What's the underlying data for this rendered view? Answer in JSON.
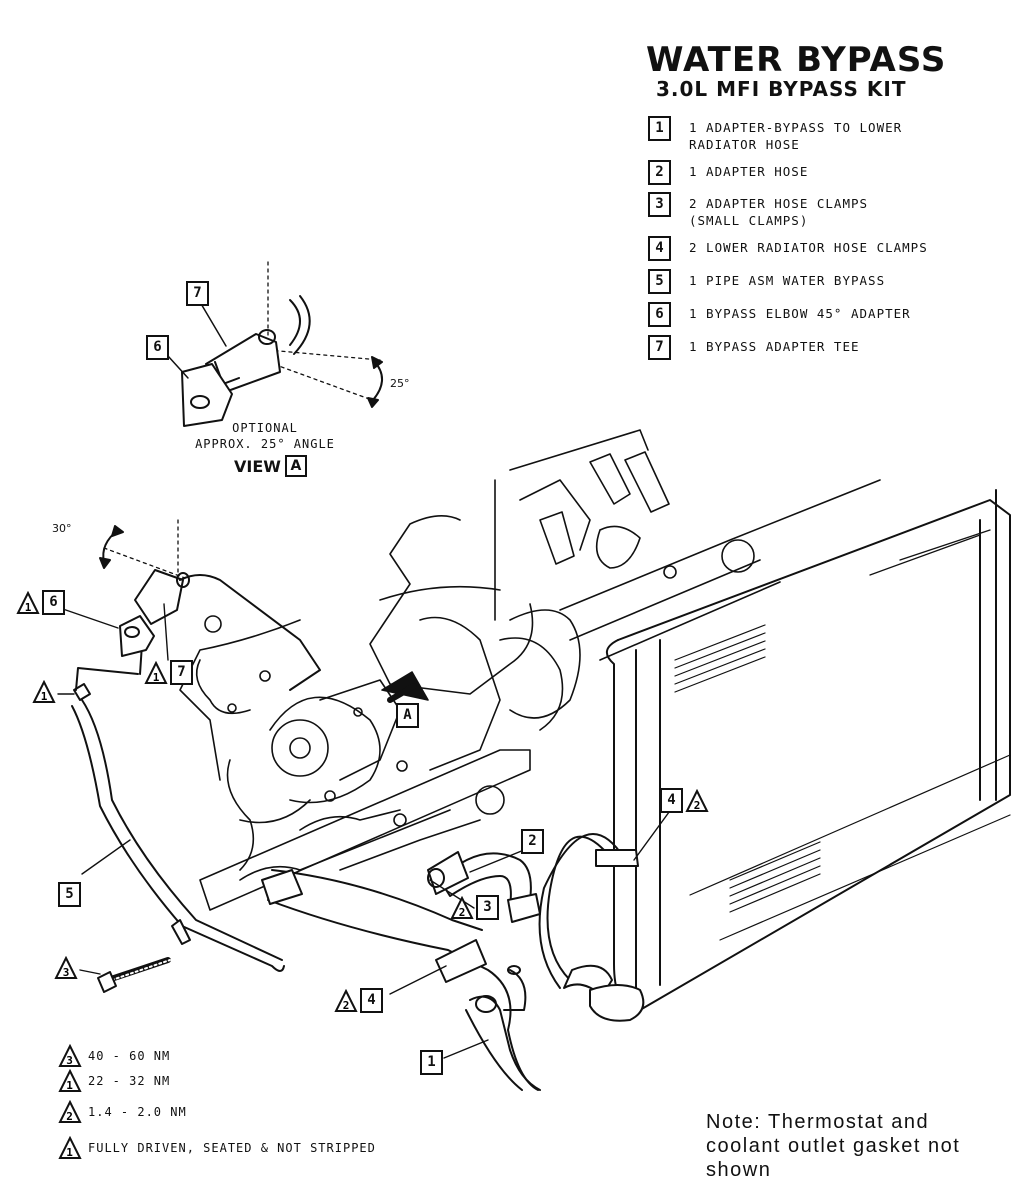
{
  "title": "WATER BYPASS",
  "subtitle": "3.0L MFI BYPASS KIT",
  "legend": [
    {
      "num": "1",
      "text": "1 ADAPTER-BYPASS TO LOWER\nRADIATOR HOSE"
    },
    {
      "num": "2",
      "text": "1 ADAPTER HOSE"
    },
    {
      "num": "3",
      "text": "2 ADAPTER HOSE CLAMPS\n(SMALL CLAMPS)"
    },
    {
      "num": "4",
      "text": "2 LOWER RADIATOR HOSE CLAMPS"
    },
    {
      "num": "5",
      "text": "1 PIPE ASM WATER BYPASS"
    },
    {
      "num": "6",
      "text": "1 BYPASS ELBOW 45° ADAPTER"
    },
    {
      "num": "7",
      "text": "1 BYPASS ADAPTER TEE"
    }
  ],
  "view_a": {
    "angle_label": "25°",
    "note_line1": "OPTIONAL",
    "note_line2": "APPROX. 25° ANGLE",
    "view_word": "VIEW",
    "view_letter": "A",
    "callout_7": "7",
    "callout_6": "6"
  },
  "main": {
    "angle_label": "30°",
    "arrow_letter": "A",
    "callouts": {
      "c6": {
        "tri": "1",
        "num": "6"
      },
      "c7": {
        "tri": "1",
        "num": "7"
      },
      "c1_pipe_end": {
        "tri": "1"
      },
      "c5": {
        "num": "5"
      },
      "c3_bolt": {
        "tri": "3"
      },
      "c2": {
        "num": "2"
      },
      "c3_hose": {
        "tri": "2",
        "num": "3"
      },
      "c4_lower": {
        "tri": "2",
        "num": "4"
      },
      "c4_rad": {
        "num": "4",
        "tri": "2"
      },
      "c1": {
        "num": "1"
      }
    }
  },
  "torque_specs": [
    {
      "tri": "3",
      "text": "40 - 60 NM"
    },
    {
      "tri": "1",
      "text": "22 - 32 NM"
    },
    {
      "tri": "2",
      "text": "1.4 - 2.0 NM"
    },
    {
      "tri": "1",
      "text": "FULLY DRIVEN, SEATED & NOT STRIPPED"
    }
  ],
  "note": "Note: Thermostat and coolant outlet gasket not shown"
}
